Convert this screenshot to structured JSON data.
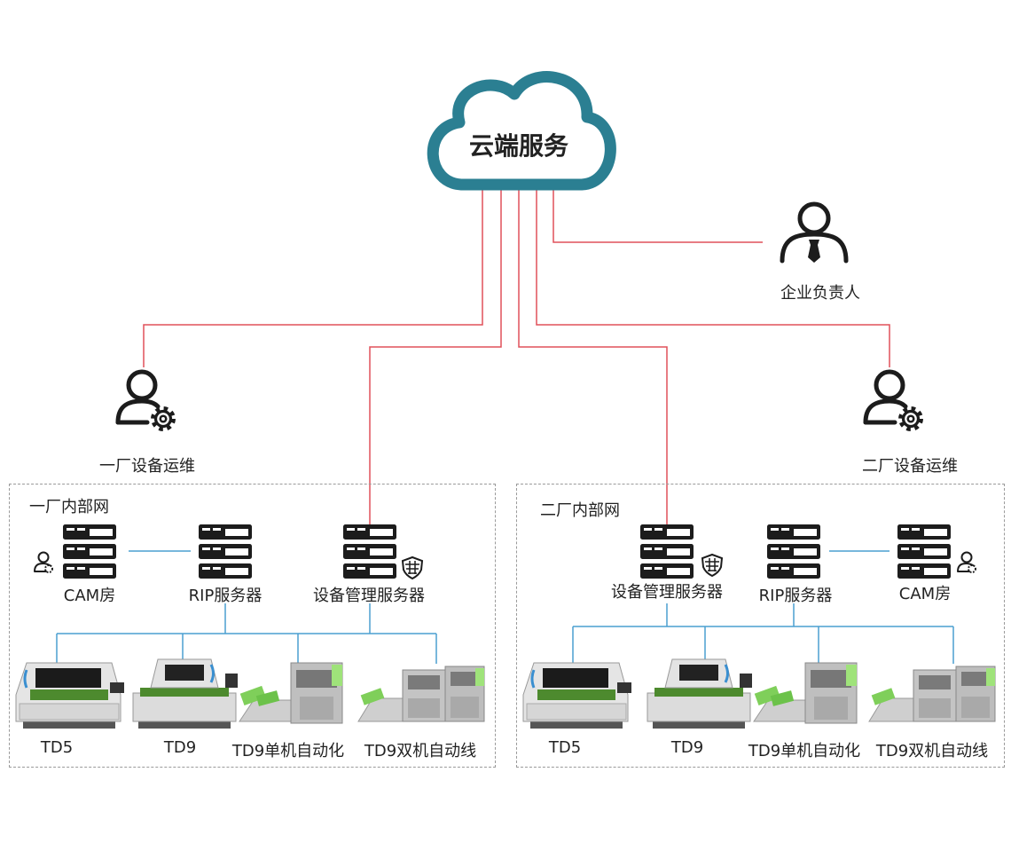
{
  "cloud": {
    "title": "云端服务"
  },
  "leader": {
    "label": "企业负责人",
    "icon": "manager-icon"
  },
  "ops": {
    "plant1": {
      "label": "一厂设备运维",
      "icon": "maintenance-user-icon"
    },
    "plant2": {
      "label": "二厂设备运维",
      "icon": "maintenance-user-icon"
    }
  },
  "networks": {
    "plant1": {
      "title": "一厂内部网",
      "servers": [
        "CAM房",
        "RIP服务器",
        "设备管理服务器"
      ],
      "machines": [
        "TD5",
        "TD9",
        "TD9单机自动化",
        "TD9双机自动线"
      ]
    },
    "plant2": {
      "title": "二厂内部网",
      "servers": [
        "设备管理服务器",
        "RIP服务器",
        "CAM房"
      ],
      "machines": [
        "TD5",
        "TD9",
        "TD9单机自动化",
        "TD9双机自动线"
      ]
    }
  },
  "colors": {
    "cloud_link": "#e0505a",
    "lan_link": "#4a9fd0",
    "cloud_stroke": "#2b7f92",
    "icon": "#222222"
  }
}
